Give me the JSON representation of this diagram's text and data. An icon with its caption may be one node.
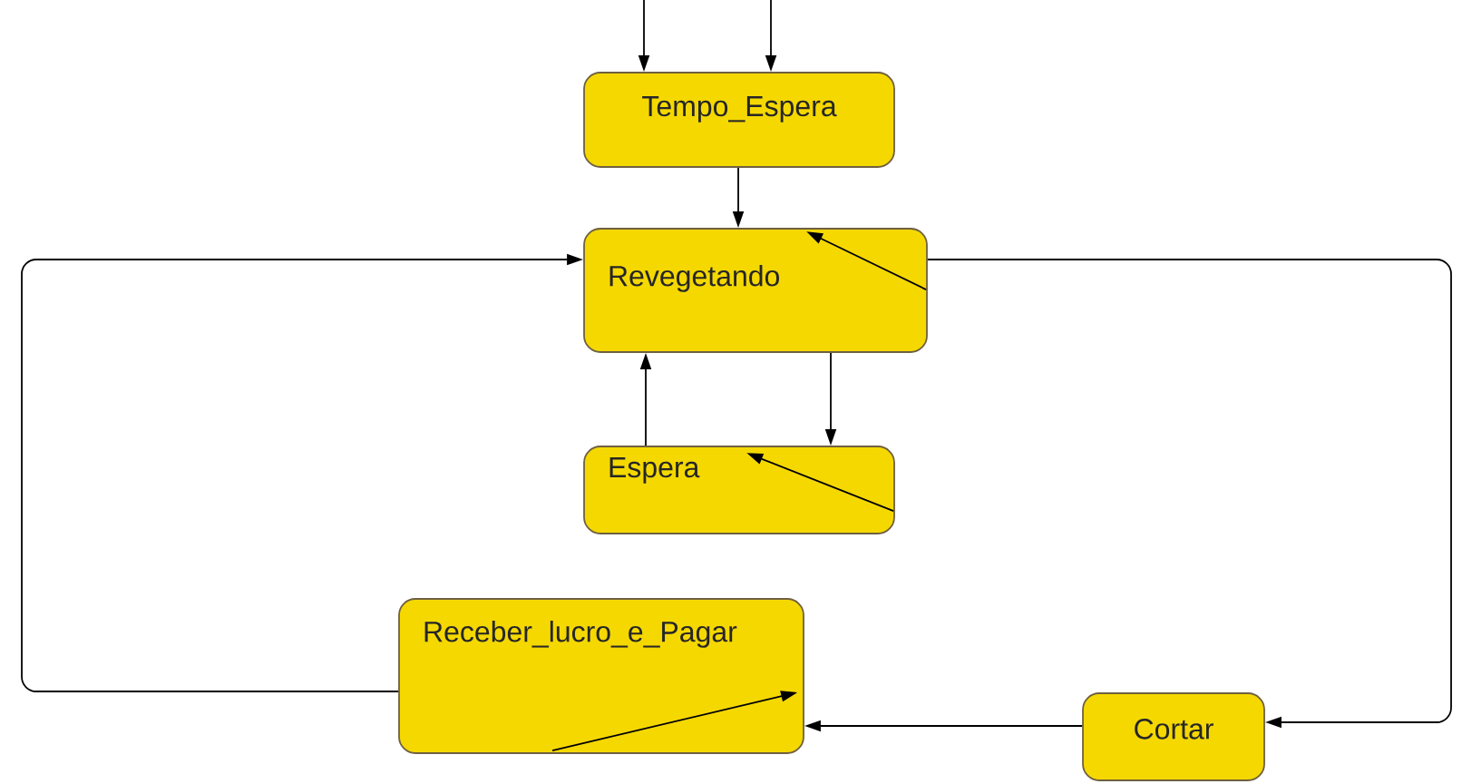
{
  "diagram": {
    "nodes": [
      {
        "text": [
          "Tempo_Espera"
        ]
      },
      {
        "text": [
          "Revegetando"
        ]
      },
      {
        "text": [
          "Espera"
        ]
      },
      {
        "text": [
          "Receber_lucro_e_Pagar"
        ]
      },
      {
        "text": [
          "Cortar"
        ]
      }
    ],
    "edges": [
      {
        "from": null,
        "to": 0,
        "arrow": "to"
      },
      {
        "from": null,
        "to": 0,
        "arrow": "to"
      },
      {
        "from": 0,
        "to": 1,
        "arrow": "to"
      },
      {
        "from": 1,
        "to": 2,
        "arrow": "to"
      },
      {
        "from": 2,
        "to": 1,
        "arrow": "to"
      },
      {
        "from": 1,
        "to": 1,
        "arrow": "to"
      },
      {
        "from": 2,
        "to": 2,
        "arrow": "to"
      },
      {
        "from": 1,
        "to": 4,
        "arrow": "to"
      },
      {
        "from": 4,
        "to": 3,
        "arrow": "to"
      },
      {
        "from": 3,
        "to": 1,
        "arrow": "to"
      },
      {
        "from": 3,
        "to": 3,
        "arrow": "to"
      }
    ]
  }
}
